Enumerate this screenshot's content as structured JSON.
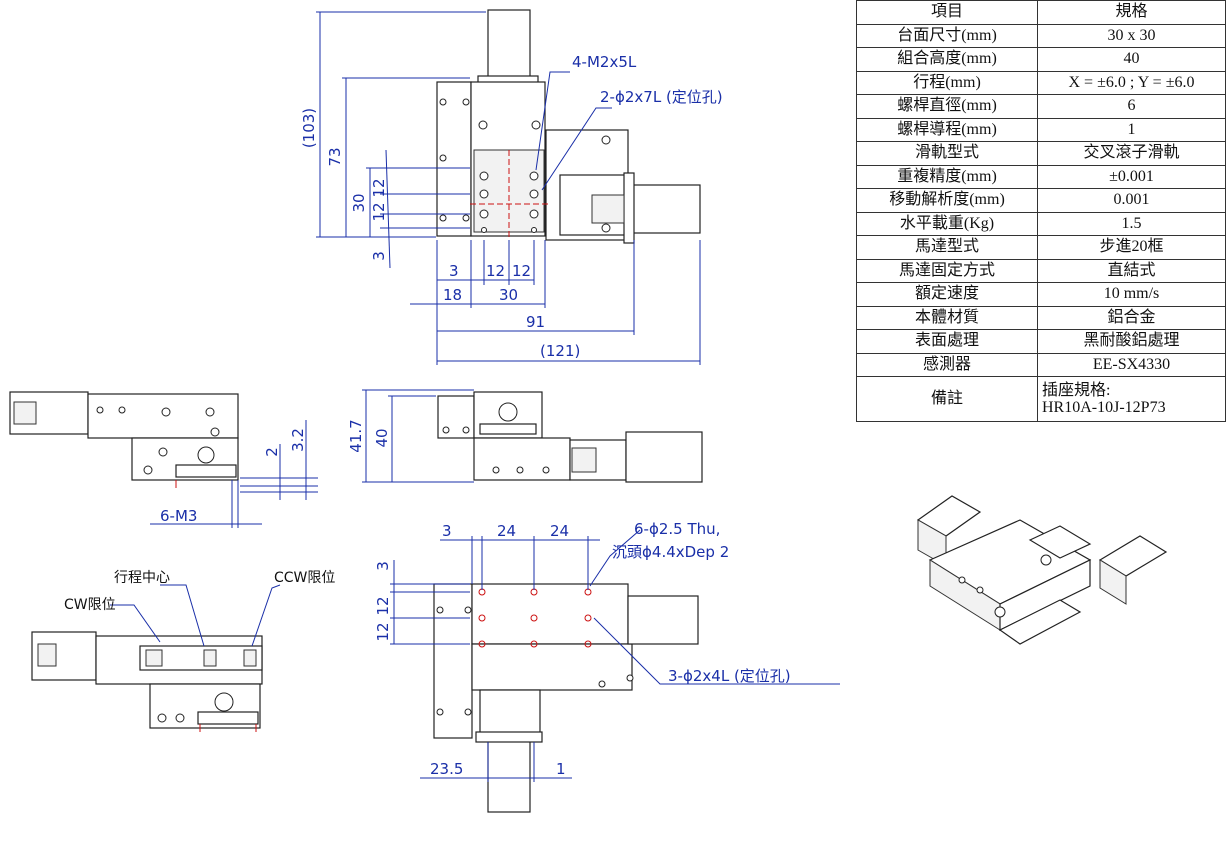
{
  "spec_table": {
    "header": {
      "item": "項目",
      "spec": "規格"
    },
    "rows": [
      {
        "item": "台面尺寸(mm)",
        "spec": "30 x 30"
      },
      {
        "item": "組合高度(mm)",
        "spec": "40"
      },
      {
        "item": "行程(mm)",
        "spec": "X = ±6.0 ; Y = ±6.0"
      },
      {
        "item": "螺桿直徑(mm)",
        "spec": "6"
      },
      {
        "item": "螺桿導程(mm)",
        "spec": "1"
      },
      {
        "item": "滑軌型式",
        "spec": "交叉滾子滑軌"
      },
      {
        "item": "重複精度(mm)",
        "spec": "±0.001"
      },
      {
        "item": "移動解析度(mm)",
        "spec": "0.001"
      },
      {
        "item": "水平載重(Kg)",
        "spec": "1.5"
      },
      {
        "item": "馬達型式",
        "spec": "步進20框"
      },
      {
        "item": "馬達固定方式",
        "spec": "直結式"
      },
      {
        "item": "額定速度",
        "spec": "10 mm/s"
      },
      {
        "item": "本體材質",
        "spec": "鋁合金"
      },
      {
        "item": "表面處理",
        "spec": "黑耐酸鋁處理"
      },
      {
        "item": "感測器",
        "spec": "EE-SX4330"
      }
    ],
    "note": {
      "item": "備註",
      "line1": "插座規格:",
      "line2": "HR10A-10J-12P73"
    }
  },
  "top_view": {
    "callout_tap": "4-M2x5L",
    "callout_pin": "2-ϕ2x7L (定位孔)",
    "dims_vertical": [
      "(103)",
      "73",
      "30",
      "12",
      "12",
      "3"
    ],
    "dims_horizontal": [
      "3",
      "12",
      "12",
      "18",
      "30",
      "91",
      "(121)"
    ]
  },
  "side_view_left": {
    "dims": [
      "2",
      "3.2"
    ],
    "callout": "6-M3"
  },
  "side_view_mid": {
    "dims": [
      "41.7",
      "40"
    ]
  },
  "sensor_view": {
    "label_cw": "CW限位",
    "label_center": "行程中心",
    "label_ccw": "CCW限位"
  },
  "bottom_view": {
    "dims_top": [
      "3",
      "24",
      "24"
    ],
    "dims_left": [
      "3",
      "12",
      "12"
    ],
    "callout_thru_1": "6-ϕ2.5 Thu,",
    "callout_thru_2": "沉頭ϕ4.4xDep 2",
    "callout_pin": "3-ϕ2x4L (定位孔)",
    "dims_bottom": [
      "23.5",
      "1"
    ]
  }
}
